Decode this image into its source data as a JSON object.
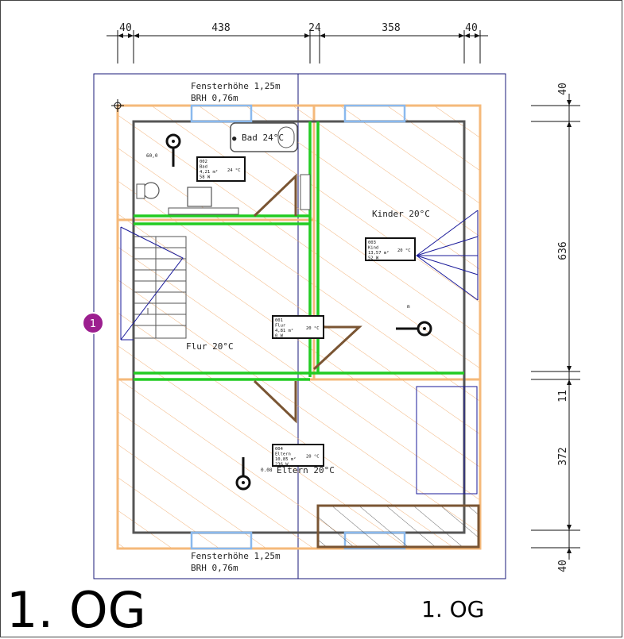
{
  "sheet": {
    "title_large": "1. OG",
    "title_small": "1. OG"
  },
  "dimensions": {
    "top": [
      "40",
      "438",
      "24",
      "358",
      "40"
    ],
    "right": [
      "40",
      "636",
      "11",
      "372",
      "40"
    ]
  },
  "window_notes": {
    "top_height": "Fensterhöhe 1,25m",
    "top_brh": "BRH 0,76m",
    "bottom_height": "Fensterhöhe 1,25m",
    "bottom_brh": "BRH 0,76m"
  },
  "rooms": [
    {
      "id": "bad",
      "label": "Bad 24°C",
      "stamp": [
        "002",
        "Bad",
        "4,21 m²",
        "24 °C",
        "58 W"
      ]
    },
    {
      "id": "kinder",
      "label": "Kinder 20°C",
      "stamp": [
        "003",
        "Kind",
        "13,57 m²",
        "20 °C",
        "52 W"
      ]
    },
    {
      "id": "flur",
      "label": "Flur 20°C",
      "stamp": [
        "001",
        "Flur",
        "4,81 m²",
        "20 °C",
        "0 W"
      ]
    },
    {
      "id": "eltern",
      "label": "Eltern 20°C",
      "stamp": [
        "004",
        "Eltern",
        "10,85 m²",
        "20 °C",
        "236 W"
      ]
    }
  ],
  "misc_labels": {
    "bath_value": "60,0",
    "eltern_small": "0.08",
    "kinder_small": "m"
  },
  "marker": {
    "number": "1",
    "color": "#9c1f8f"
  },
  "colors": {
    "outer_wall": "#f5b97a",
    "inner_wall": "#555555",
    "green_wall": "#22cc22",
    "door": "#7a5533",
    "window": "#8ab9ee",
    "hatch": "#f2b47d",
    "dark_hatch": "#444444",
    "frame": "#1a1a7a"
  }
}
